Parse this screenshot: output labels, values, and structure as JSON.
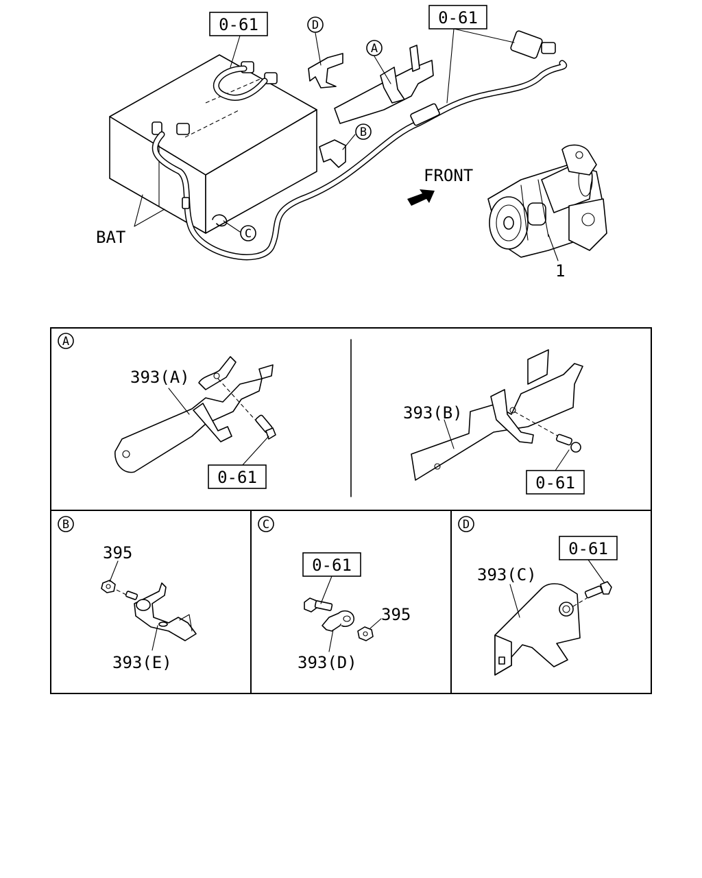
{
  "overview": {
    "ref_left": "0-61",
    "ref_right": "0-61",
    "front_label": "FRONT",
    "bat_label": "BAT",
    "starter_part_no": "1",
    "callout_a": "A",
    "callout_b": "B",
    "callout_c": "C",
    "callout_d": "D"
  },
  "detail_a": {
    "section_letter": "A",
    "left_part": "393(A)",
    "left_ref": "0-61",
    "right_part": "393(B)",
    "right_ref": "0-61"
  },
  "detail_b": {
    "section_letter": "B",
    "nut_part": "395",
    "bracket_part": "393(E)"
  },
  "detail_c": {
    "section_letter": "C",
    "ref": "0-61",
    "nut_part": "395",
    "clip_part": "393(D)"
  },
  "detail_d": {
    "section_letter": "D",
    "ref": "0-61",
    "bracket_part": "393(C)"
  }
}
